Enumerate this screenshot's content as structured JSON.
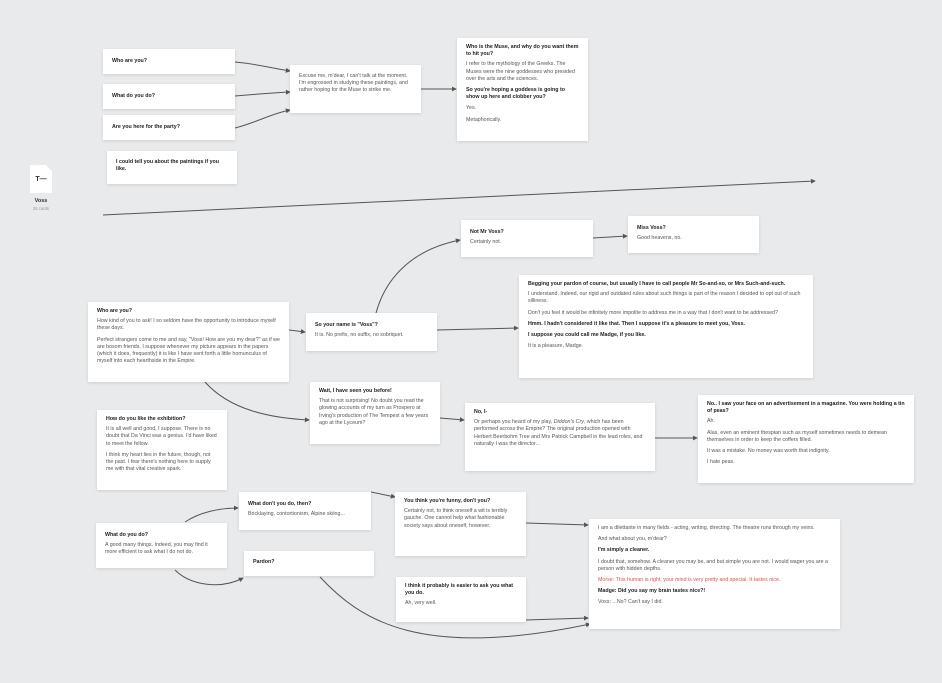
{
  "sidebar": {
    "doc_icon": "text-document-icon",
    "doc_glyph": "T—",
    "title": "Voss",
    "subtitle": "26 cards"
  },
  "colors": {
    "background": "#e9eaec",
    "card": "#ffffff",
    "connector": "#555555",
    "highlight": "#d9534f"
  },
  "cards": {
    "c1": {
      "h": "Who are you?"
    },
    "c2": {
      "h": "What do you do?"
    },
    "c3": {
      "h": "Are you here for the party?"
    },
    "c4": {
      "h": "I could tell you about the paintings if you like."
    },
    "c5": {
      "p": "Excuse me, m'dear, I can't talk at the moment. I'm engrossed in studying these paintings, and rather hoping for the Muse to strike me."
    },
    "c6": {
      "h": "Who is the Muse, and why do you want them to hit you?",
      "p1": "I refer to the mythology of the Greeks. The Muses were the nine goddesses who presided over the arts and the sciences.",
      "h2": "So you're hoping a goddess is going to show up here and clobber you?",
      "p2": "Yes.",
      "p3": "Metaphorically."
    },
    "c7": {
      "h": "Not Mr Voss?",
      "p": "Certainly not."
    },
    "c8": {
      "h": "Miss Voss?",
      "p": "Good heavens, no."
    },
    "c9": {
      "h": "Who are you?",
      "p1": "How kind of you to ask! I so seldom have the opportunity to introduce myself these days.",
      "p2": "Perfect strangers come to me and say, \"Voss! How are you my dear?\" as if we are bosom friends. I suppose whenever my picture appears in the papers (which it does, frequently) it is like I have sent forth a little homunculus of myself into each hearthside in the Empire."
    },
    "c10": {
      "h": "So your name is \"Voss\"?",
      "p": "It is. No prefix, no suffix, no sobriquet."
    },
    "c11": {
      "h": "Begging your pardon of course, but usually I have to call people Mr So-and-so, or Mrs Such-and-such.",
      "p1": "I understand. Indeed, our rigid and outdated rules about such things is part of the reason I decided to opt out of such silliness.",
      "p2": "Don't you feel it would be infinitely more impolite to address me in a way that I don't want to be addressed?",
      "h2": "Hmm. I hadn't considered it like that. Then I suppose it's a pleasure to meet you, Voss.",
      "h3": "I suppose you could call me Madge, if you like.",
      "p3": "It is a pleasure, Madge."
    },
    "c12": {
      "h": "Wait, I have seen you before!",
      "p": "That is not surprising! No doubt you read the glowing accounts of my turn as Prospero at Irving's production of The Tempest a few years ago at the Lyceum?"
    },
    "c13": {
      "h": "No, I-",
      "pa": "Or perhaps you heard of my play, ",
      "pi": "Diddon's Cry",
      "pb": ", which has been performed across the Empire? The original production opened with Herbert Beerbohm Tree and Mrs Patrick Campbell in the lead roles, and naturally I was the director..."
    },
    "c14": {
      "h": "No.. I saw your face on an advertisement in a magazine. You were holding a tin of peas?",
      "p1": "Ah.",
      "p2": "Alas, even an eminent thespian such as myself sometimes needs to demean themselves in order to keep the coffers filled.",
      "p3": "It was a mistake. No money was worth that indignity.",
      "p4": "I hate peas."
    },
    "c15": {
      "h": "How do you like the exhibition?",
      "p1": "It is all well and good, I suppose. There is no doubt that Da Vinci was a genius. I'd have liked to meet the fellow.",
      "p2": "I think my heart lies in the future, though, not the past. I fear there's nothing here to supply me with that vital creative spark."
    },
    "c16": {
      "h": "What don't you do, then?",
      "p": "Bricklaying, contortionism, Alpine skiing..."
    },
    "c17": {
      "h": "What do you do?",
      "p": "A good many things. Indeed, you may find it more efficient to ask what I do not do."
    },
    "c18": {
      "h": "Pardon?"
    },
    "c19": {
      "h": "You think you're funny, don't you?",
      "p": "Certainly not, to think oneself a wit is terribly gauche. One cannot help what fashionable society says about oneself, however."
    },
    "c20": {
      "h": "I think it probably is easier to ask you what you do.",
      "p": "Ah, very well."
    },
    "c21": {
      "p1": "I am a dilettante in many fields - acting, writing, directing. The theatre runs through my veins.",
      "p2": "And what about you, m'dear?",
      "h1": "I'm simply a cleaner.",
      "p3": "I doubt that, somehow. A cleaner you may be, and but simple you are not. I would wager you are a person with hidden depths.",
      "red": "Morse: This human is right, your mind is very pretty and special. It tastes nice.",
      "h2": "Madge: Did you say my brain tastes nice?!",
      "p4": "Voss: ...No? Can't say I did."
    }
  }
}
